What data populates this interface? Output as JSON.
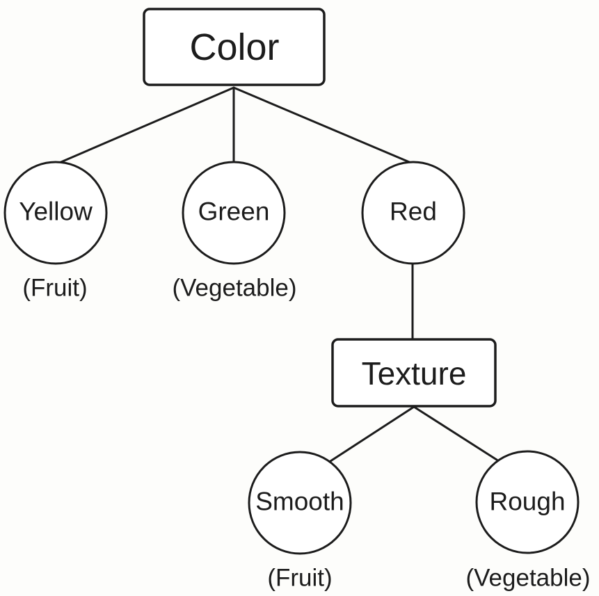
{
  "tree": {
    "root": {
      "label": "Color",
      "children": [
        {
          "label": "Yellow",
          "result": "(Fruit)"
        },
        {
          "label": "Green",
          "result": "(Vegetable)"
        },
        {
          "label": "Red",
          "child": {
            "label": "Texture",
            "children": [
              {
                "label": "Smooth",
                "result": "(Fruit)"
              },
              {
                "label": "Rough",
                "result": "(Vegetable)"
              }
            ]
          }
        }
      ]
    }
  }
}
